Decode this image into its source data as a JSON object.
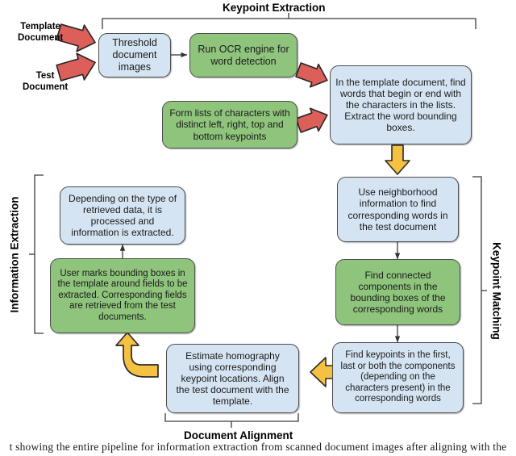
{
  "figure": {
    "group_labels": {
      "keypoint_extraction": "Keypoint Extraction",
      "keypoint_matching": "Keypoint Matching",
      "information_extraction": "Information Extraction",
      "document_alignment": "Document Alignment"
    },
    "input_labels": {
      "template_document": "Template\nDocument",
      "test_document": "Test\nDocument"
    },
    "nodes": [
      {
        "id": "threshold",
        "text": "Threshold\ndocument\nimages",
        "color": "blue"
      },
      {
        "id": "ocr",
        "text": "Run OCR engine for\nword detection",
        "color": "green"
      },
      {
        "id": "form-lists",
        "text": "Form lists of characters with\ndistinct left, right, top and\nbottom keypoints",
        "color": "green"
      },
      {
        "id": "template-find",
        "text": "In the template document, find\nwords that begin or end with\nthe characters in the lists.\nExtract the word bounding\nboxes.",
        "color": "blue"
      },
      {
        "id": "neighborhood",
        "text": "Use neighborhood\ninformation to find\ncorresponding words in\nthe test document",
        "color": "blue"
      },
      {
        "id": "connected",
        "text": "Find connected\ncomponents in the\nbounding boxes of the\ncorresponding words",
        "color": "green"
      },
      {
        "id": "find-keypoints",
        "text": "Find keypoints in the first,\nlast or both the components\n(depending on the\ncharacters present) in the\ncorresponding words",
        "color": "blue"
      },
      {
        "id": "homography",
        "text": "Estimate homography\nusing corresponding\nkeypoint locations. Align\nthe test document with the\ntemplate.",
        "color": "blue"
      },
      {
        "id": "user-marks",
        "text": "User marks bounding boxes in\nthe template around fields to be\nextracted. Corresponding fields\nare retrieved from the test\ndocuments.",
        "color": "green"
      },
      {
        "id": "depending",
        "text": "Depending on the type of\nretrieved data, it is\nprocessed and\ninformation is extracted.",
        "color": "blue"
      }
    ],
    "colors": {
      "blue_fill": "#d5e4f2",
      "green_fill": "#8fc47c",
      "box_stroke": "#4d4d4d",
      "red_arrow": "#dd5f5a",
      "yellow_arrow": "#f5c141",
      "arrow_stroke": "#333333",
      "bracket": "#3a3a3a",
      "text": "#1a1a1a"
    },
    "caption": "t showing the entire pipeline for information extraction from scanned document images after aligning with the"
  }
}
